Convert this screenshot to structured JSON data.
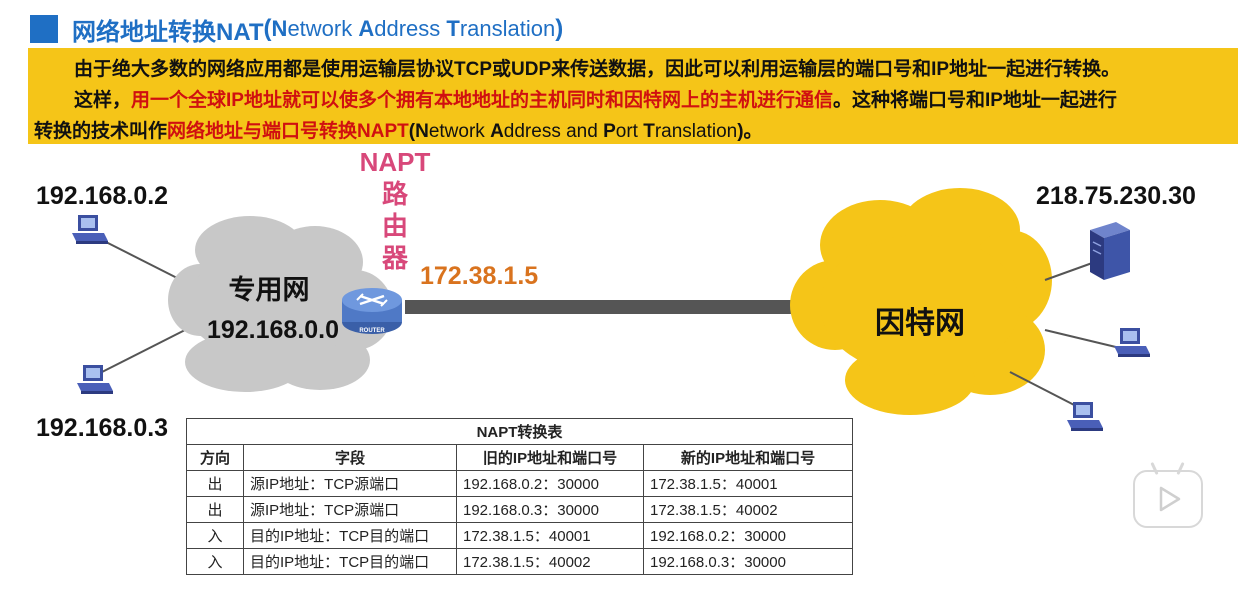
{
  "title": {
    "main": "网络地址转换NAT",
    "paren_open": "(",
    "sub_parts": [
      "N",
      "etwork ",
      "A",
      "ddress ",
      "T",
      "ranslation"
    ],
    "paren_close": ")"
  },
  "intro": {
    "line1": "由于绝大多数的网络应用都是使用运输层协议TCP或UDP来传送数据，因此可以利用运输层的端口号和IP地址一起进行转换。",
    "line2_prefix": "这样，",
    "line2_red": "用一个全球IP地址就可以使多个拥有本地地址的主机同时和因特网上的主机进行通信",
    "line2_suffix": "。这种将端口号和IP地址一起进行",
    "line3_prefix": "转换的技术叫作",
    "line3_red": "网络地址与端口号转换NAPT",
    "line3_paren_open": "(",
    "line3_en": [
      "N",
      "etwork ",
      "A",
      "ddress and ",
      "P",
      "ort ",
      "T",
      "ranslation"
    ],
    "line3_paren_close": ")。"
  },
  "diagram": {
    "host_top_ip": "192.168.0.2",
    "host_bottom_ip": "192.168.0.3",
    "private_net_label": "专用网",
    "private_net_addr": "192.168.0.0",
    "router_label_lines": [
      "NAPT",
      "路",
      "由",
      "器"
    ],
    "router_text": "ROUTER",
    "router_ip": "172.38.1.5",
    "internet_label": "因特网",
    "server_ip": "218.75.230.30",
    "colors": {
      "private_cloud": "#c8c8c8",
      "internet_cloud": "#f5c518",
      "router_ip": "#d9731e",
      "napt_label": "#d8487a",
      "link": "#555555"
    }
  },
  "table": {
    "caption": "NAPT转换表",
    "headers": [
      "方向",
      "字段",
      "旧的IP地址和端口号",
      "新的IP地址和端口号"
    ],
    "rows": [
      [
        "出",
        "源IP地址：TCP源端口",
        "192.168.0.2：30000",
        "172.38.1.5：40001"
      ],
      [
        "出",
        "源IP地址：TCP源端口",
        "192.168.0.3：30000",
        "172.38.1.5：40002"
      ],
      [
        "入",
        "目的IP地址：TCP目的端口",
        "172.38.1.5：40001",
        "192.168.0.2：30000"
      ],
      [
        "入",
        "目的IP地址：TCP目的端口",
        "172.38.1.5：40002",
        "192.168.0.3：30000"
      ]
    ]
  }
}
